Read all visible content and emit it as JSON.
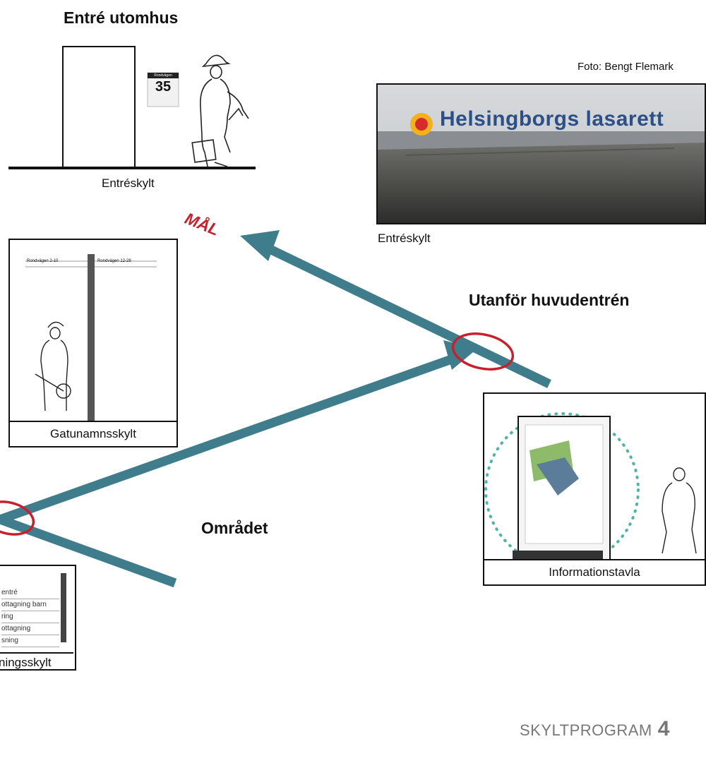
{
  "headings": {
    "entrance_outdoor": "Entré utomhus",
    "outside_main_entrance": "Utanför huvudentrén",
    "area": "Området",
    "goal": "MÅL"
  },
  "entrance_panel": {
    "caption": "Entréskylt",
    "house_number": "35",
    "house_sign_header": "Rondvägen"
  },
  "photo_panel": {
    "credit": "Foto: Bengt Flemark",
    "sign_text": "Helsingborgs lasarett",
    "caption": "Entréskylt"
  },
  "street_panel": {
    "caption": "Gatunamnsskylt",
    "left_sign": "Rondvägen 2-10",
    "right_sign": "Rondvägen 12-28"
  },
  "info_panel": {
    "caption": "Informationstavla"
  },
  "direction_panel": {
    "caption_fragment": "ningsskylt",
    "rows": [
      "entré",
      "ottagning barn",
      "ring",
      "ottagning",
      "sning"
    ]
  },
  "footer": {
    "program": "SKYLTPROGRAM",
    "page_number": "4"
  },
  "colors": {
    "arrow": "#3f7d8c",
    "highlight": "#c8202a",
    "dots": "#4fb3a8",
    "text": "#111111"
  }
}
